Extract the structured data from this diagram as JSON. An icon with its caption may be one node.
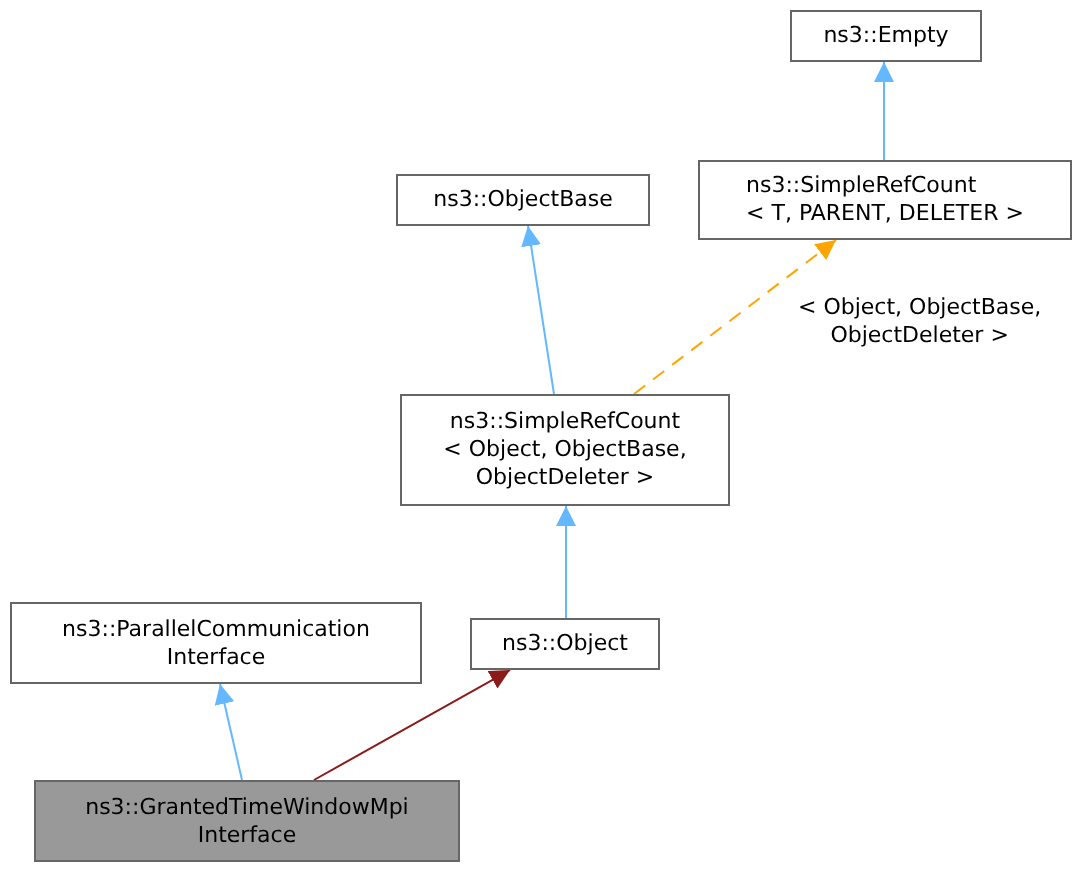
{
  "diagram": {
    "nodes": [
      {
        "text": [
          "ns3::Empty"
        ]
      },
      {
        "text": [
          "ns3::SimpleRefCount < T, PARENT, DELETER >"
        ]
      },
      {
        "text": [
          "ns3::ObjectBase"
        ]
      },
      {
        "text": [
          "ns3::SimpleRefCount < Object, ObjectBase, ObjectDeleter >"
        ]
      },
      {
        "text": [
          "ns3::ParallelCommunication Interface"
        ]
      },
      {
        "text": [
          "ns3::Object"
        ]
      },
      {
        "text": [
          "ns3::GrantedTimeWindowMpi Interface"
        ]
      }
    ],
    "edges": [
      {
        "from": 1,
        "to": 0,
        "arrow": "to"
      },
      {
        "from": 3,
        "to": 2,
        "arrow": "to"
      },
      {
        "from": 3,
        "to": 1,
        "arrow": "to",
        "label": "< Object, ObjectBase, ObjectDeleter >",
        "style": "dashed",
        "color": "#ffa500"
      },
      {
        "from": 5,
        "to": 3,
        "arrow": "to"
      },
      {
        "from": 6,
        "to": 4,
        "arrow": "to"
      },
      {
        "from": 6,
        "to": 5,
        "arrow": "to",
        "color": "#8b1a1a"
      }
    ]
  }
}
